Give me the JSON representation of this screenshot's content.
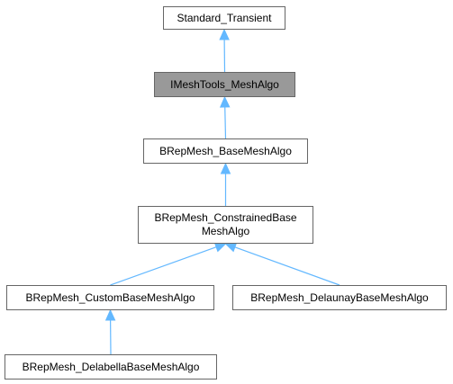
{
  "diagram": {
    "nodes": [
      {
        "id": "n1",
        "label": "Standard_Transient",
        "current": false
      },
      {
        "id": "n2",
        "label": "IMeshTools_MeshAlgo",
        "current": true
      },
      {
        "id": "n3",
        "label": "BRepMesh_BaseMeshAlgo",
        "current": false
      },
      {
        "id": "n4",
        "label": "BRepMesh_ConstrainedBase\nMeshAlgo",
        "current": false
      },
      {
        "id": "n5",
        "label": "BRepMesh_CustomBaseMeshAlgo",
        "current": false
      },
      {
        "id": "n6",
        "label": "BRepMesh_DelaunayBaseMeshAlgo",
        "current": false
      },
      {
        "id": "n7",
        "label": "BRepMesh_DelabellaBaseMeshAlgo",
        "current": false
      }
    ],
    "edges": [
      {
        "from": "n2",
        "to": "n1"
      },
      {
        "from": "n3",
        "to": "n2"
      },
      {
        "from": "n4",
        "to": "n3"
      },
      {
        "from": "n5",
        "to": "n4"
      },
      {
        "from": "n6",
        "to": "n4"
      },
      {
        "from": "n7",
        "to": "n5"
      }
    ],
    "colors": {
      "edge": "#63b8ff",
      "node_border": "#666666",
      "node_fill": "#ffffff",
      "current_fill": "#999999"
    }
  }
}
